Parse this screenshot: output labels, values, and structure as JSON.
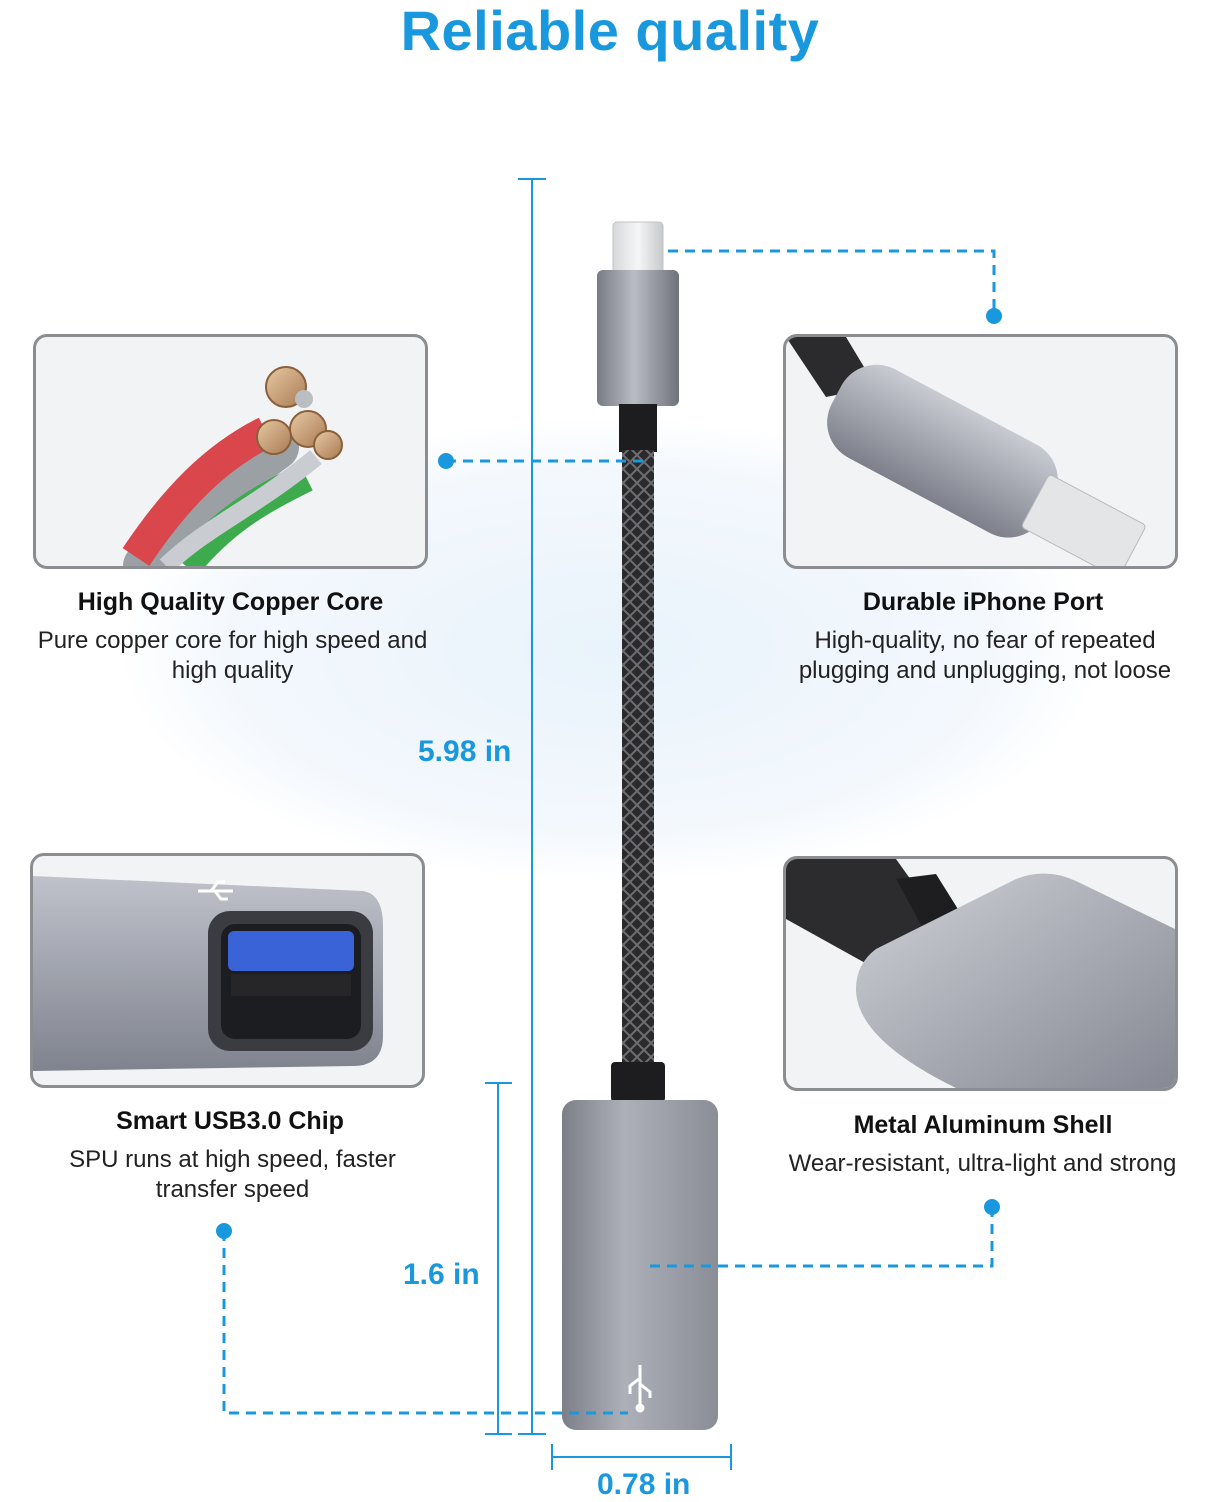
{
  "title": "Reliable quality",
  "features": [
    {
      "title": "High Quality Copper Core",
      "desc_line1": "Pure copper core for high speed and",
      "desc_line2": "high quality"
    },
    {
      "title": "Durable iPhone Port",
      "desc_line1": "High-quality, no fear of repeated",
      "desc_line2": "plugging and unplugging, not loose"
    },
    {
      "title": "Smart USB3.0 Chip",
      "desc_line1": "SPU runs at high speed, faster",
      "desc_line2": "transfer speed"
    },
    {
      "title": "Metal Aluminum Shell",
      "desc_line1": "Wear-resistant, ultra-light and strong",
      "desc_line2": ""
    }
  ],
  "dimensions": {
    "length": "5.98 in",
    "connector_length": "1.6 in",
    "width": "0.78 in"
  },
  "colors": {
    "accent": "#1a98dd",
    "aluminum": "#8f929b",
    "braid": "#2a2a2c"
  },
  "icons": [
    "usb-icon"
  ]
}
